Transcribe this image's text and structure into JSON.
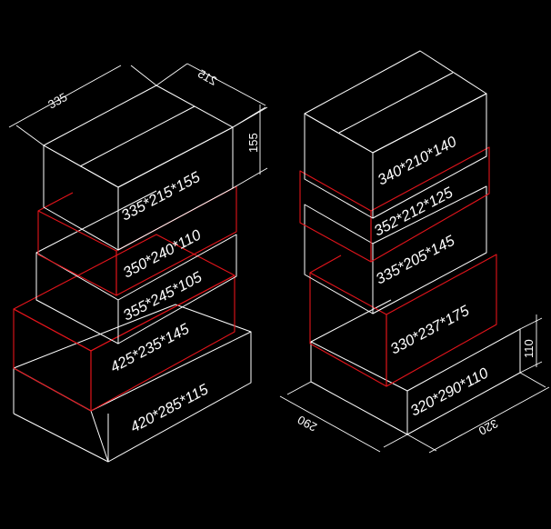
{
  "left_stack": {
    "bricks": [
      {
        "label": "335*215*155"
      },
      {
        "label": "350*240*110"
      },
      {
        "label": "355*245*105"
      },
      {
        "label": "425*235*145"
      },
      {
        "label": "420*285*115"
      }
    ],
    "dimensions": {
      "length": "335",
      "width": "215",
      "height": "155"
    }
  },
  "right_stack": {
    "bricks": [
      {
        "label": "340*210*140"
      },
      {
        "label": "352*212*125"
      },
      {
        "label": "335*205*145"
      },
      {
        "label": "330*237*175"
      },
      {
        "label": "320*290*110"
      }
    ],
    "dimensions": {
      "length": "320",
      "width": "290",
      "height": "110"
    }
  },
  "colors": {
    "background": "#000000",
    "line": "#ffffff",
    "highlight": "#e3141b"
  }
}
